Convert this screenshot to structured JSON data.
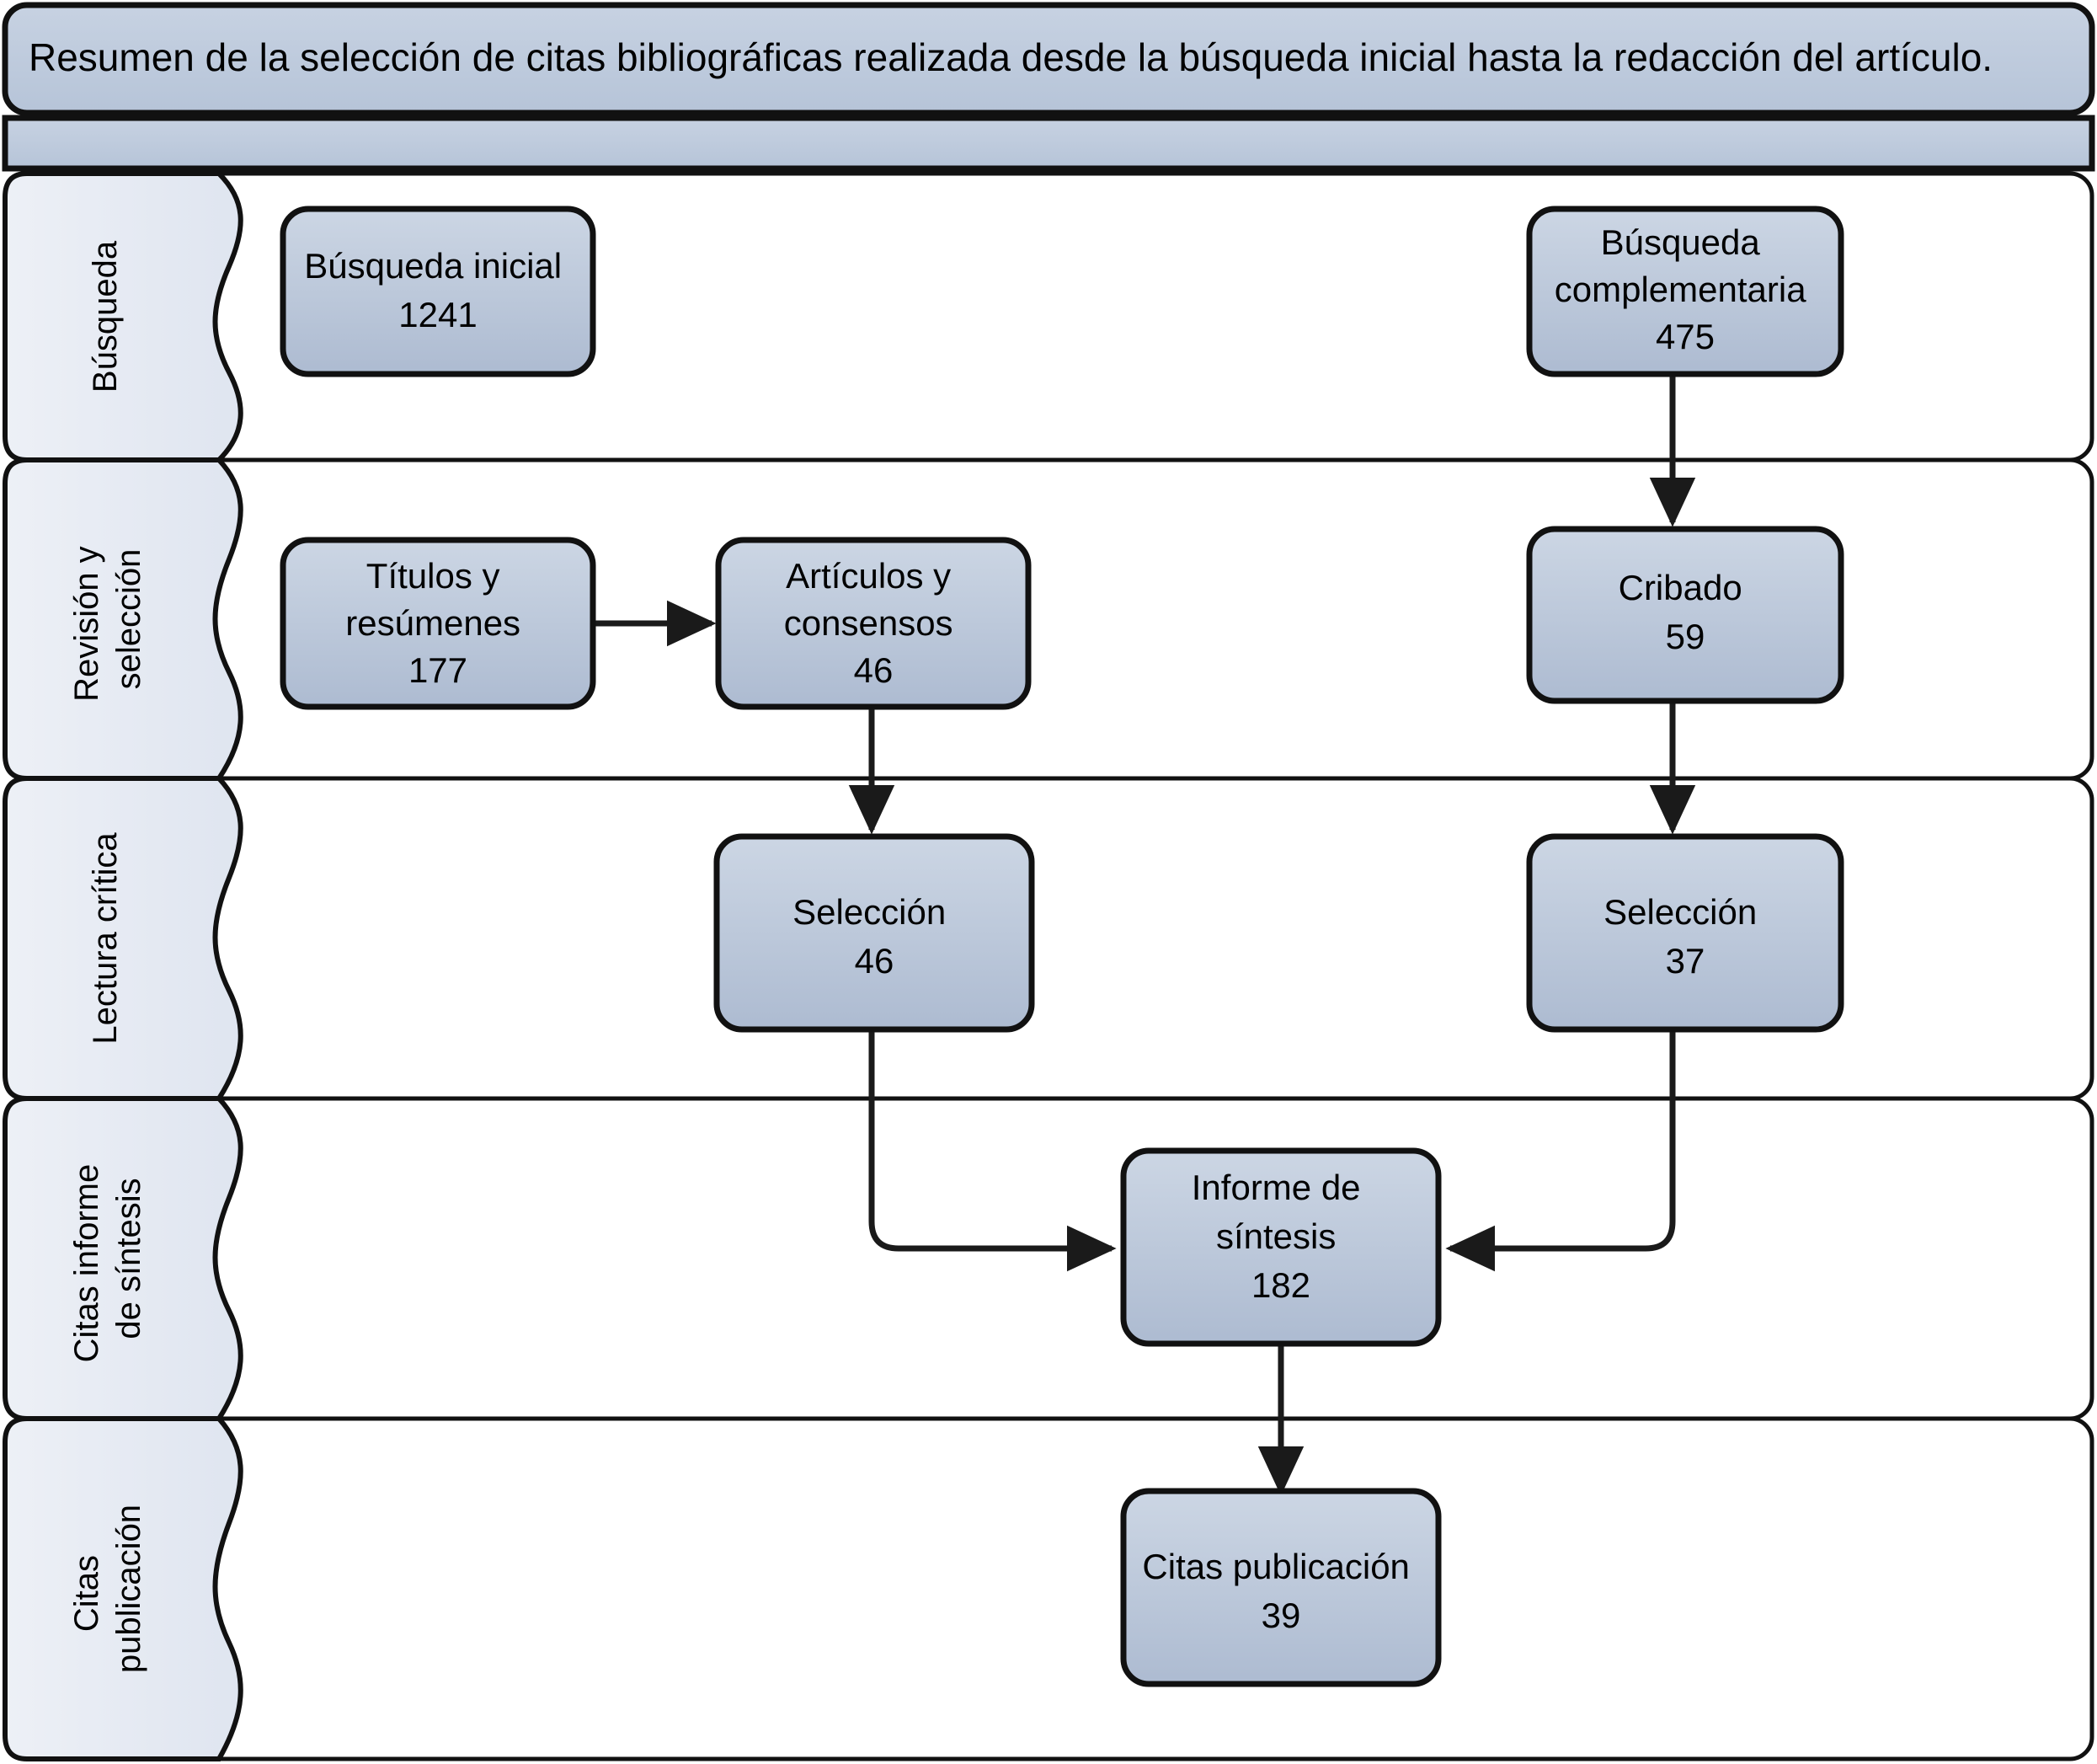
{
  "title": {
    "text": "Resumen de la selección de citas bibliográficas realizada desde la búsqueda inicial hasta la redacción del artículo."
  },
  "colors": {
    "title_bar_fill": "#c2cedf",
    "title_bar_fill_bottom": "#b7c5d9",
    "band_bar_fill": "#c2cedf",
    "lane_fill_top": "#eef1f7",
    "lane_fill_bottom": "#dde3ee",
    "node_fill_top": "#ccd6e4",
    "node_fill_bottom": "#aebcd2",
    "stroke": "#000000",
    "page_background": "#ffffff"
  },
  "lanes": [
    {
      "id": "busqueda",
      "label": "Búsqueda"
    },
    {
      "id": "revision",
      "label": "Revisión y\nselección"
    },
    {
      "id": "lectura",
      "label": "Lectura crítica"
    },
    {
      "id": "citas-informe",
      "label": "Citas informe\nde síntesis"
    },
    {
      "id": "citas-pub",
      "label": "Citas\npublicación"
    }
  ],
  "nodes": [
    {
      "id": "busqueda-inicial",
      "lane": "busqueda",
      "label": "Búsqueda inicial",
      "count": "1241"
    },
    {
      "id": "busqueda-complementaria",
      "lane": "busqueda",
      "label": "Búsqueda\ncomplementaria",
      "count": "475"
    },
    {
      "id": "titulos-resumenes",
      "lane": "revision",
      "label": "Títulos y\nresúmenes",
      "count": "177"
    },
    {
      "id": "articulos-consensos",
      "lane": "revision",
      "label": "Artículos y\nconsensos",
      "count": "46"
    },
    {
      "id": "cribado",
      "lane": "revision",
      "label": "Cribado",
      "count": "59"
    },
    {
      "id": "seleccion-izq",
      "lane": "lectura",
      "label": "Selección",
      "count": "46"
    },
    {
      "id": "seleccion-der",
      "lane": "lectura",
      "label": "Selección",
      "count": "37"
    },
    {
      "id": "informe-sintesis",
      "lane": "citas-informe",
      "label": "Informe de\nsíntesis",
      "count": "182"
    },
    {
      "id": "citas-publicacion",
      "lane": "citas-pub",
      "label": "Citas publicación",
      "count": "39"
    }
  ],
  "edges": [
    {
      "id": "edge-busqueda-comp-to-cribado",
      "from": "busqueda-complementaria",
      "to": "cribado",
      "shape": "vertical"
    },
    {
      "id": "edge-titulos-to-articulos",
      "from": "titulos-resumenes",
      "to": "articulos-consensos",
      "shape": "horizontal"
    },
    {
      "id": "edge-articulos-to-seleccion",
      "from": "articulos-consensos",
      "to": "seleccion-izq",
      "shape": "vertical"
    },
    {
      "id": "edge-cribado-to-seleccion",
      "from": "cribado",
      "to": "seleccion-der",
      "shape": "vertical"
    },
    {
      "id": "edge-seleccion-izq-to-informe",
      "from": "seleccion-izq",
      "to": "informe-sintesis",
      "shape": "elbow-right"
    },
    {
      "id": "edge-seleccion-der-to-informe",
      "from": "seleccion-der",
      "to": "informe-sintesis",
      "shape": "elbow-left"
    },
    {
      "id": "edge-informe-to-citas",
      "from": "informe-sintesis",
      "to": "citas-publicacion",
      "shape": "vertical"
    }
  ]
}
